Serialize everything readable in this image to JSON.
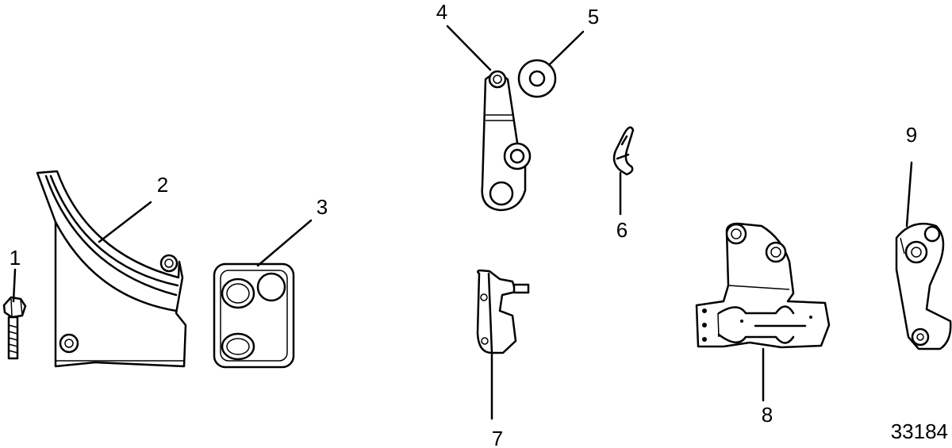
{
  "callouts": [
    "1",
    "2",
    "3",
    "4",
    "5",
    "6",
    "7",
    "8",
    "9"
  ],
  "figure_number": "33184"
}
